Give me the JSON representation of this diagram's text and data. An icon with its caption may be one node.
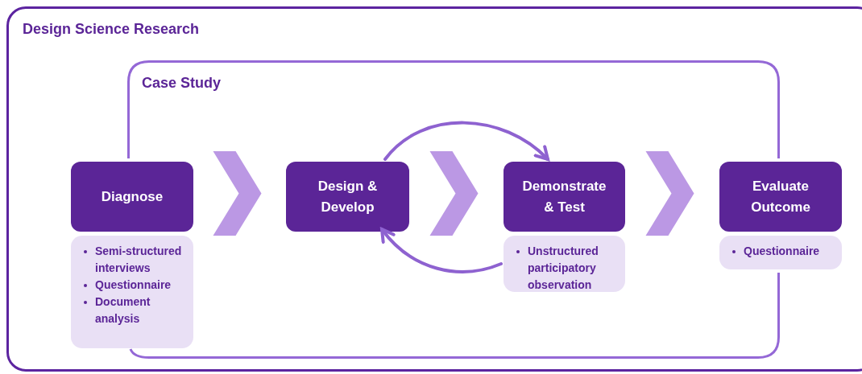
{
  "diagram": {
    "nodes": [
      {
        "text": [
          "Design Science Research"
        ]
      },
      {
        "text": [
          "Case Study"
        ],
        "in": 0
      },
      {
        "text": [
          "Diagnose"
        ],
        "in": 0
      },
      {
        "text": [
          "Semi-structured interviews",
          "Questionnaire",
          "Document analysis"
        ],
        "in": 0
      },
      {
        "text": [
          "Design & Develop"
        ],
        "in": 1
      },
      {
        "text": [
          "Demonstrate & Test"
        ],
        "in": 1
      },
      {
        "text": [
          "Unstructured participatory observation"
        ],
        "in": 1
      },
      {
        "text": [
          "Evaluate Outcome"
        ],
        "in": 0
      },
      {
        "text": [
          "Questionnaire"
        ],
        "in": 0
      }
    ],
    "edges": [
      {
        "from": 2,
        "to": 4,
        "arrow": "to"
      },
      {
        "from": 4,
        "to": 5,
        "arrow": "to"
      },
      {
        "from": 5,
        "to": 7,
        "arrow": "to"
      },
      {
        "from": 4,
        "to": 5,
        "arrow": "to"
      },
      {
        "from": 6,
        "to": 4,
        "arrow": "to"
      }
    ]
  }
}
